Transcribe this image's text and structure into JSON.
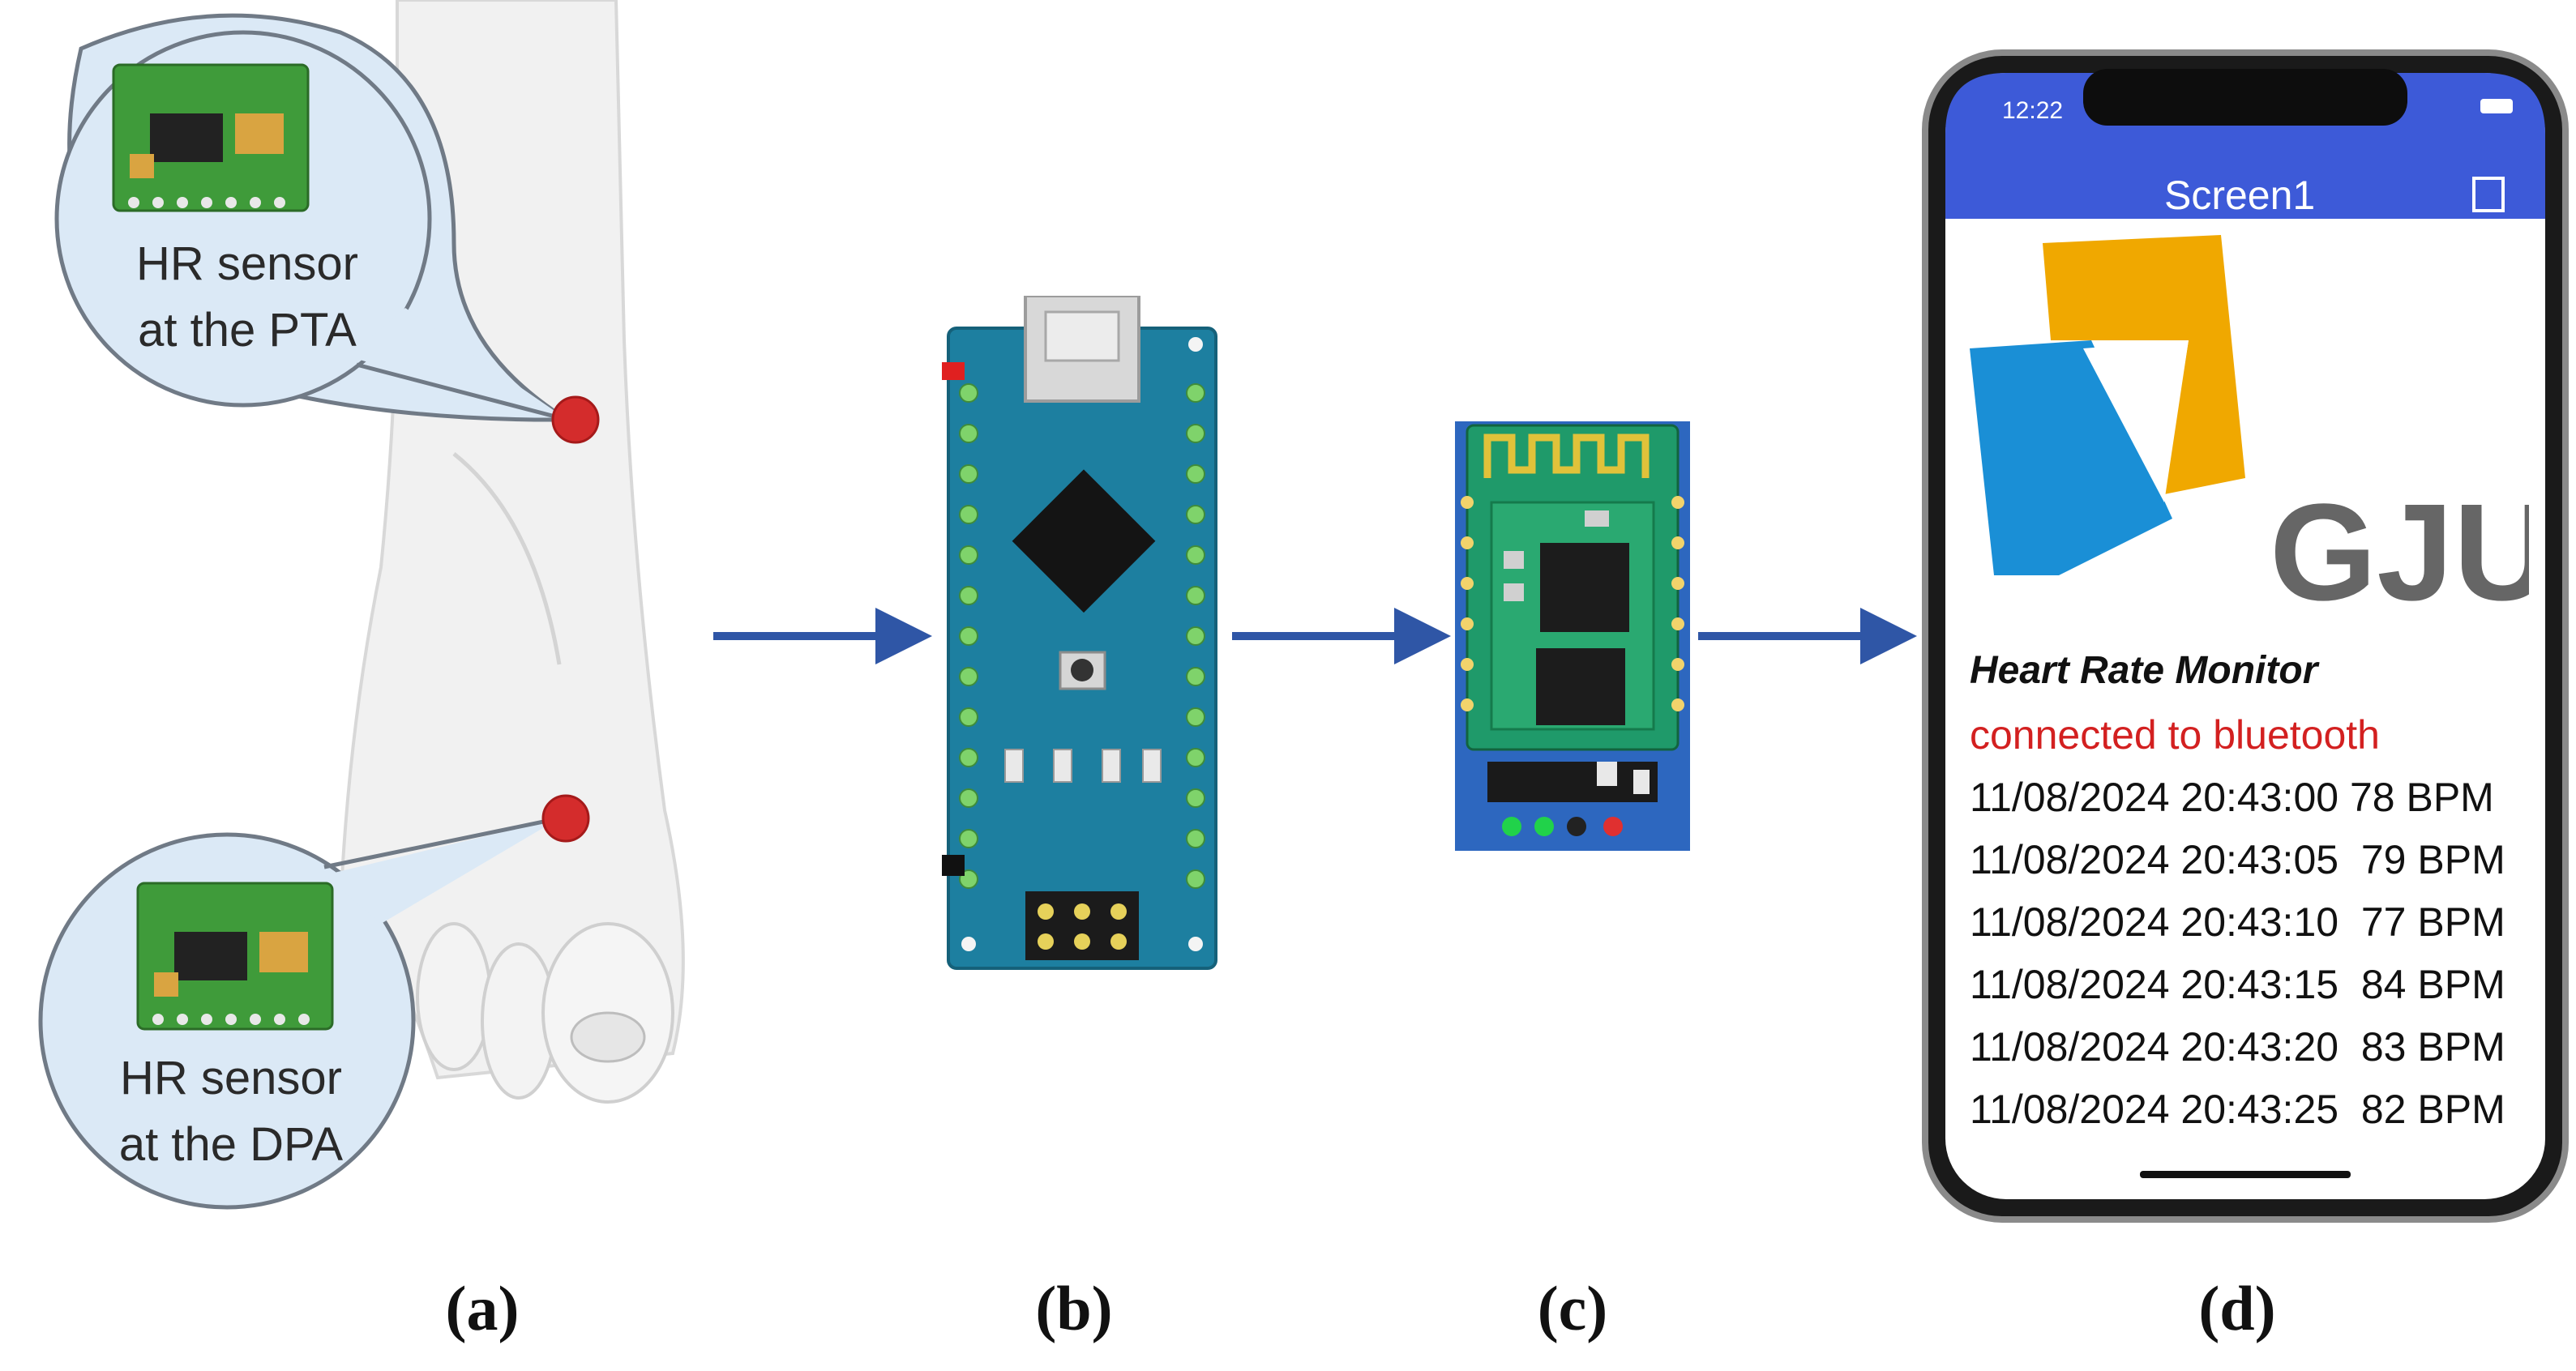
{
  "panel_a": {
    "sensor_top_label_1": "HR sensor",
    "sensor_top_label_2": "at the PTA",
    "sensor_bottom_label_1": "HR sensor",
    "sensor_bottom_label_2": "at the DPA"
  },
  "phone": {
    "status_time": "12:22",
    "screen_title": "Screen1",
    "logo_text": "GJU",
    "app_title": "Heart Rate Monitor",
    "status_text": "connected to bluetooth",
    "readings": [
      {
        "timestamp": "11/08/2024 20:43:00",
        "bpm": "78 BPM"
      },
      {
        "timestamp": "11/08/2024 20:43:05",
        "bpm": "79 BPM"
      },
      {
        "timestamp": "11/08/2024 20:43:10",
        "bpm": "77 BPM"
      },
      {
        "timestamp": "11/08/2024 20:43:15",
        "bpm": "84 BPM"
      },
      {
        "timestamp": "11/08/2024 20:43:20",
        "bpm": "83 BPM"
      },
      {
        "timestamp": "11/08/2024 20:43:25",
        "bpm": "82 BPM"
      }
    ],
    "colors": {
      "header": "#3d5ad8",
      "status": "#d32020",
      "logo_yellow": "#f0a800",
      "logo_blue": "#1a8fd6"
    }
  },
  "labels": {
    "a": "(a)",
    "b": "(b)",
    "c": "(c)",
    "d": "(d)"
  },
  "colors": {
    "arrow": "#2f56a6",
    "sensor_dot": "#d42c2c",
    "bubble_fill": "#dbe9f6",
    "board": "#1d7fa0",
    "bt_board": "#1f9a6a"
  }
}
